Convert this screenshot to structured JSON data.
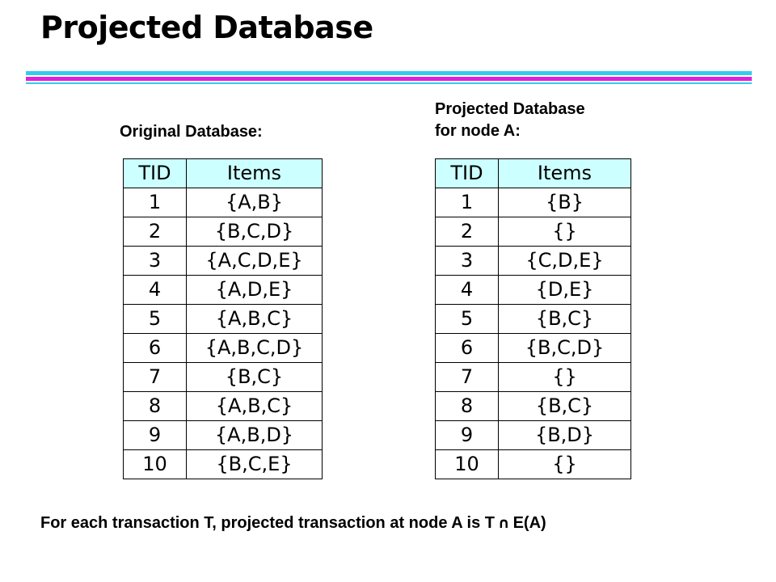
{
  "title": "Projected Database",
  "original": {
    "label": "Original Database:",
    "headers": [
      "TID",
      "Items"
    ],
    "rows": [
      [
        "1",
        "{A,B}"
      ],
      [
        "2",
        "{B,C,D}"
      ],
      [
        "3",
        "{A,C,D,E}"
      ],
      [
        "4",
        "{A,D,E}"
      ],
      [
        "5",
        "{A,B,C}"
      ],
      [
        "6",
        "{A,B,C,D}"
      ],
      [
        "7",
        "{B,C}"
      ],
      [
        "8",
        "{A,B,C}"
      ],
      [
        "9",
        "{A,B,D}"
      ],
      [
        "10",
        "{B,C,E}"
      ]
    ]
  },
  "projected": {
    "label_line1": "Projected Database",
    "label_line2": "for node A:",
    "headers": [
      "TID",
      "Items"
    ],
    "rows": [
      [
        "1",
        "{B}"
      ],
      [
        "2",
        "{}"
      ],
      [
        "3",
        "{C,D,E}"
      ],
      [
        "4",
        "{D,E}"
      ],
      [
        "5",
        "{B,C}"
      ],
      [
        "6",
        "{B,C,D}"
      ],
      [
        "7",
        "{}"
      ],
      [
        "8",
        "{B,C}"
      ],
      [
        "9",
        "{B,D}"
      ],
      [
        "10",
        "{}"
      ]
    ]
  },
  "footer": {
    "text_before": "For each transaction T, projected transaction at node A is T",
    "symbol": "∩",
    "text_after": "E(A)"
  },
  "colors": {
    "header_fill": "#ccffff",
    "rule_cyan": "#33ccee",
    "rule_magenta": "#dd22dd"
  }
}
